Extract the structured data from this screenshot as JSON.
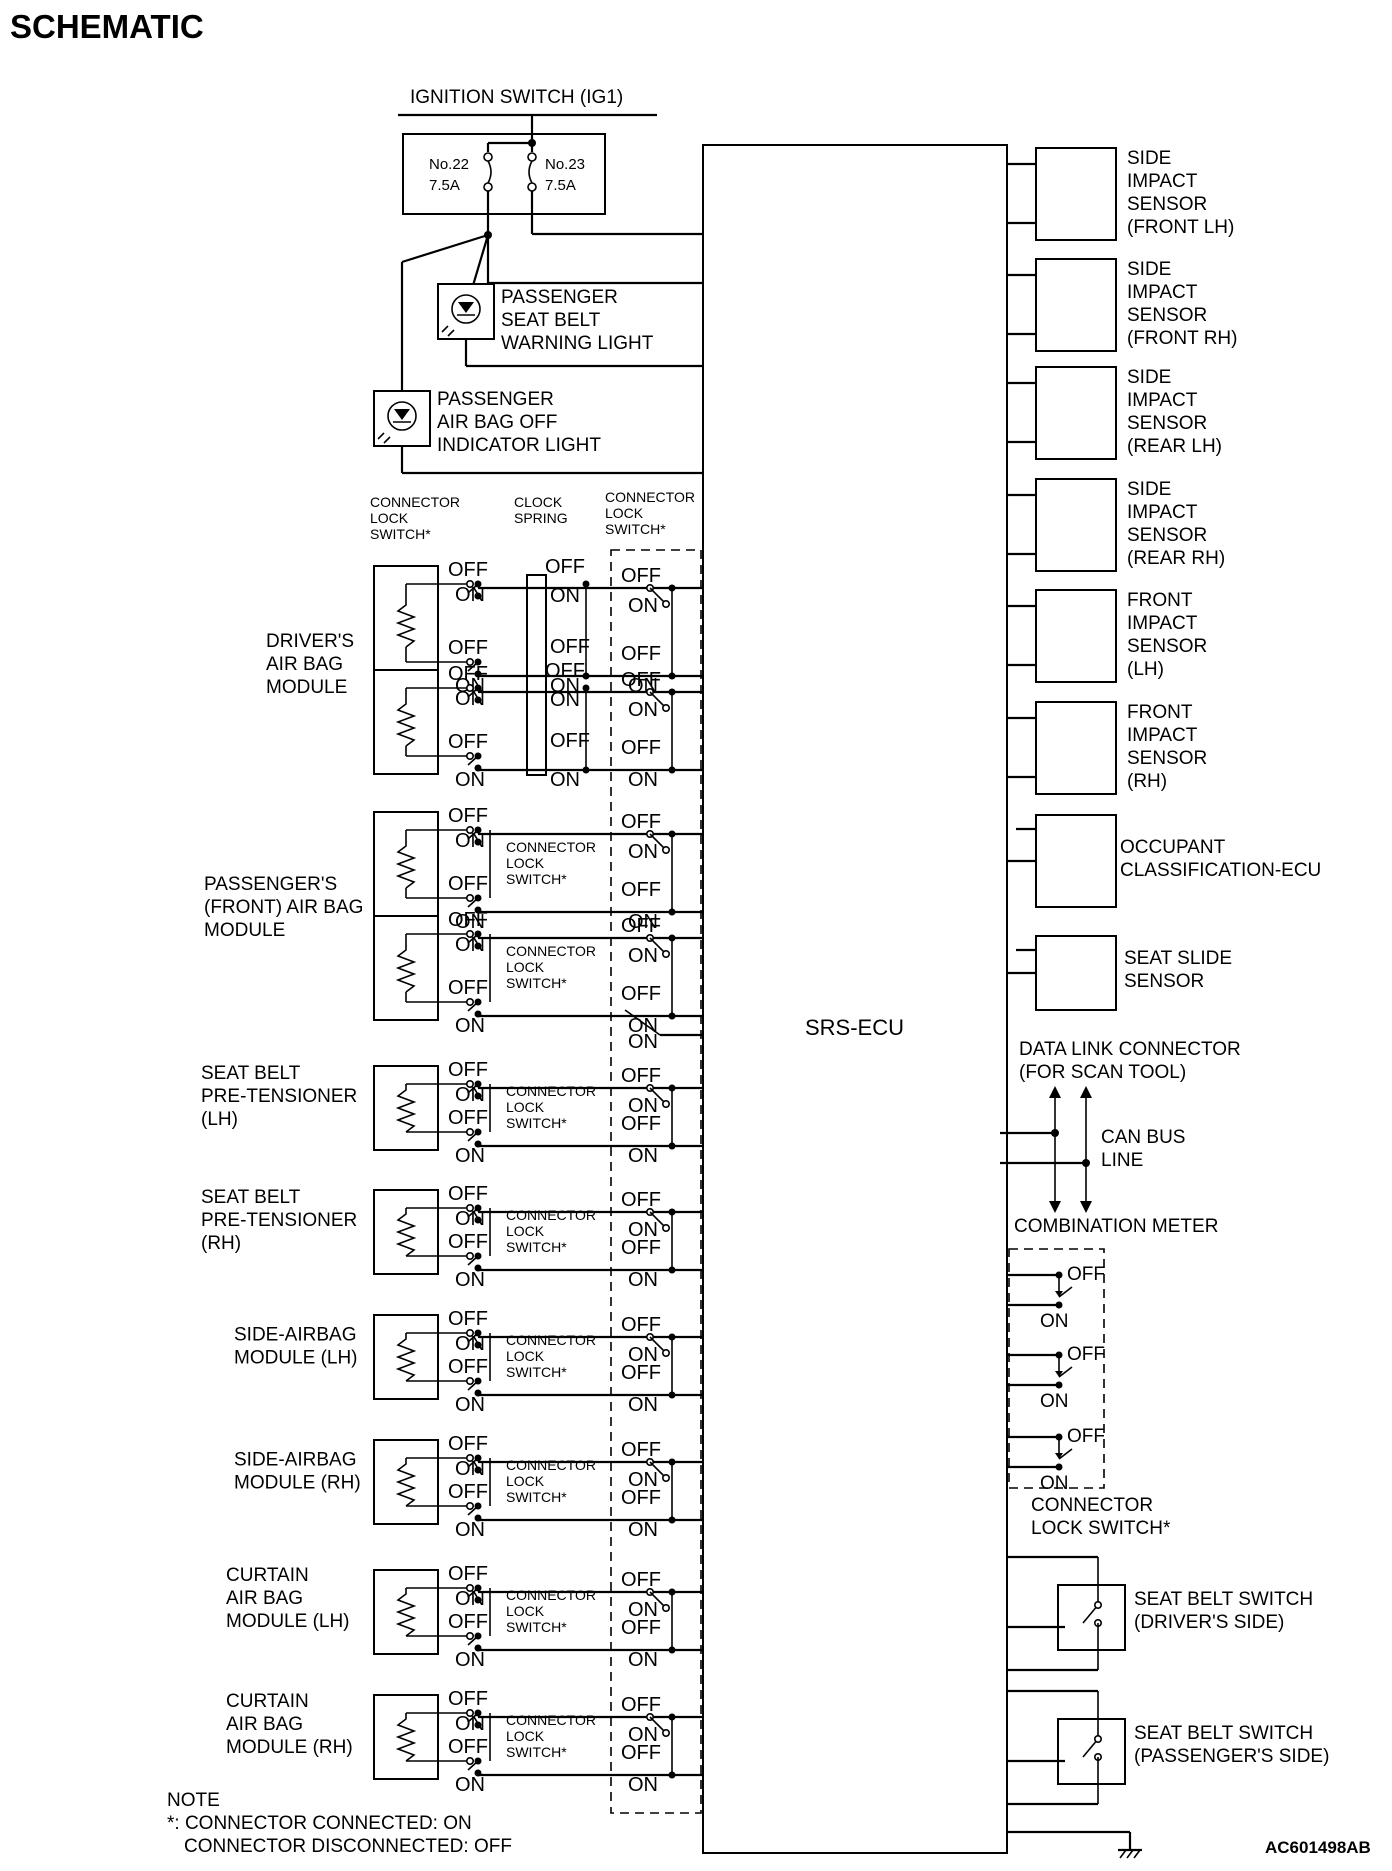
{
  "title": "SCHEMATIC",
  "figure_code": "AC601498AB",
  "ignition": {
    "label": "IGNITION SWITCH (IG1)",
    "fuse1": [
      "No.22",
      "7.5A"
    ],
    "fuse2": [
      "No.23",
      "7.5A"
    ]
  },
  "lights": {
    "seatbelt_warning": [
      "PASSENGER",
      "SEAT BELT",
      "WARNING LIGHT"
    ],
    "airbag_off": [
      "PASSENGER",
      "AIR BAG OFF",
      "INDICATOR LIGHT"
    ]
  },
  "column_headers": {
    "left": [
      "CONNECTOR",
      "LOCK",
      "SWITCH*"
    ],
    "middle": [
      "CLOCK",
      "SPRING"
    ],
    "right": [
      "CONNECTOR",
      "LOCK",
      "SWITCH*"
    ]
  },
  "states": {
    "off": "OFF",
    "on": "ON"
  },
  "inline_lock": [
    "CONNECTOR",
    "LOCK",
    "SWITCH*"
  ],
  "modules": [
    [
      "DRIVER'S",
      "AIR BAG",
      "MODULE"
    ],
    [
      "PASSENGER'S",
      "(FRONT) AIR BAG",
      "MODULE"
    ],
    [
      "SEAT BELT",
      "PRE-TENSIONER",
      "(LH)"
    ],
    [
      "SEAT BELT",
      "PRE-TENSIONER",
      "(RH)"
    ],
    [
      "SIDE-AIRBAG",
      "MODULE (LH)"
    ],
    [
      "SIDE-AIRBAG",
      "MODULE (RH)"
    ],
    [
      "CURTAIN",
      "AIR BAG",
      "MODULE (LH)"
    ],
    [
      "CURTAIN",
      "AIR BAG",
      "MODULE (RH)"
    ]
  ],
  "ecu_label": "SRS-ECU",
  "sensors": [
    [
      "SIDE",
      "IMPACT",
      "SENSOR",
      "(FRONT LH)"
    ],
    [
      "SIDE",
      "IMPACT",
      "SENSOR",
      "(FRONT RH)"
    ],
    [
      "SIDE",
      "IMPACT",
      "SENSOR",
      "(REAR LH)"
    ],
    [
      "SIDE",
      "IMPACT",
      "SENSOR",
      "(REAR RH)"
    ],
    [
      "FRONT",
      "IMPACT",
      "SENSOR",
      "(LH)"
    ],
    [
      "FRONT",
      "IMPACT",
      "SENSOR",
      "(RH)"
    ],
    [
      "OCCUPANT",
      "CLASSIFICATION-ECU"
    ],
    [
      "SEAT SLIDE",
      "SENSOR"
    ]
  ],
  "data_link": [
    "DATA LINK CONNECTOR",
    "(FOR SCAN TOOL)"
  ],
  "can_bus": [
    "CAN BUS",
    "LINE"
  ],
  "combination_meter": "COMBINATION METER",
  "right_lock": [
    "CONNECTOR",
    "LOCK SWITCH*"
  ],
  "seatbelt_switches": [
    [
      "SEAT BELT SWITCH",
      "(DRIVER'S SIDE)"
    ],
    [
      "SEAT BELT SWITCH",
      "(PASSENGER'S SIDE)"
    ]
  ],
  "note": {
    "heading": "NOTE",
    "line1": "*: CONNECTOR CONNECTED: ON",
    "line2": "CONNECTOR DISCONNECTED: OFF"
  }
}
